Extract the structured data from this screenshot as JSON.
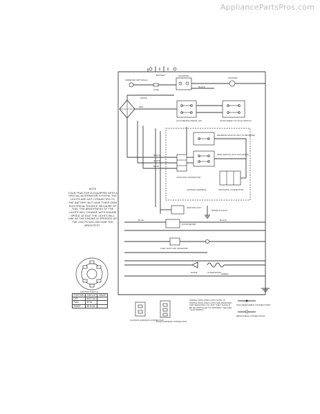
{
  "watermark": "AppliancePartsPros.com",
  "note": {
    "title": "NOTE",
    "body": "YOUR TRACTOR IS EQUIPPED WITH A SPECIAL ALTERNATOR SYSTEM. THE LIGHTS ARE NOT CONNECTED TO THE BATTERY BUT HAVE THEIR OWN ELECTRICAL SOURCE. BECAUSE OF THIS, THE BRIGHTNESS OF THE LIGHTS WILL CHANGE WITH ENGINE SPEED. AT IDLE THE LIGHTS WILL DIM. AS THE ENGINE IS SPEEDED UP THE LIGHTS WILL BECOME THE BRIGHTEST."
  },
  "labels": {
    "battery": "BATTERY",
    "solenoid": "SOLENOID",
    "starter": "STARTER",
    "ammeter": "AMMETER (OPTIONAL)",
    "fuse": "FUSE",
    "auto_brake": "AUTO-BRAKE (PEDAL UP)",
    "attachment_switch": "ATTACHMENT CLUTCH SWITCH",
    "reverse_switch": "REVERSE SWITCH (NOT IN REVERSE)",
    "seat_switch": "SEAT SWITCH (NOT OCCUPIED)",
    "junction_connector": "JUNCTION CONNECTOR",
    "chassis_harness": "CHASSIS HARNESS",
    "crossing_connector": "CROSSING CONNECTOR",
    "ignition_unit": "IGNITION UNIT",
    "spark_plugs": "SPARK PLUG(S)",
    "hour_meter": "HOUR METER",
    "fuel_solenoid": "FUEL SHUT-OFF SOLENOID",
    "diode": "DIODE",
    "alternator": "ALTERNATOR",
    "ignition_switch": "IGNITION SWITCH",
    "chassis_connector": "CHASSIS HARNESS CONNECTOR",
    "dash_connector": "DASH HARNESS CONNECTOR",
    "wiring_note": "WIRING INSULATED CLIPS NOTE: IF WIRING INSULATED CLIPS ARE REMOVED FOR SERVICING OF UNIT, THEY SHOULD BE RE-INSTALLED TO PROPERLY SECURE YOUR WIRING.",
    "non_removable": "NON-REMOVABLE CONNECTIONS",
    "removable": "REMOVABLE CONNECTIONS",
    "wire_red": "RED",
    "wire_black": "BLACK",
    "wire_white": "WHITE",
    "wire_blue": "BLUE",
    "wire_green": "GREEN"
  },
  "ignition_table": {
    "headers": [
      "POSITION",
      "CIRCUIT",
      "\"MAKE\""
    ],
    "rows": [
      [
        "OFF",
        "M+G+A1",
        ""
      ],
      [
        "RUN",
        "B+A1",
        ""
      ],
      [
        "START",
        "B+S+A1",
        ""
      ]
    ]
  }
}
